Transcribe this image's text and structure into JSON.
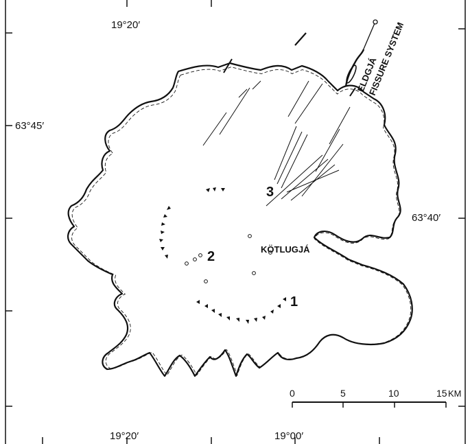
{
  "map": {
    "coords": {
      "top_left_lon": "19°20′",
      "left_top_lat": "63°45′",
      "right_lat": "63°40′",
      "bottom_left_lon": "19°20′",
      "bottom_mid_lon": "19°00′"
    },
    "labels": {
      "fissure_line1": "ELDGJÁ",
      "fissure_line2": "FISSURE SYSTEM",
      "kotlugja": "KÖTLUGJÁ",
      "num1": "1",
      "num2": "2",
      "num3": "3"
    },
    "scale": {
      "ticks": [
        "0",
        "5",
        "10",
        "15"
      ],
      "unit": "KM"
    },
    "colors": {
      "ink": "#111111",
      "paper": "#ffffff"
    }
  }
}
